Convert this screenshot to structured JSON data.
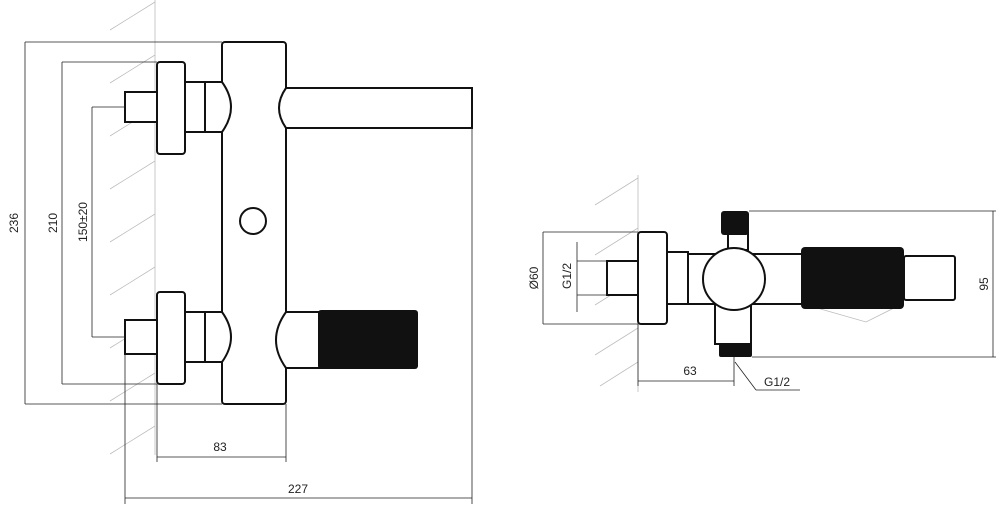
{
  "front_view": {
    "dim_height_total": "236",
    "dim_height_outer": "210",
    "dim_height_inner": "150±20",
    "dim_body_width": "83",
    "dim_total_width": "227"
  },
  "side_view": {
    "dim_diameter": "Ø60",
    "dim_thread_top": "G1/2",
    "dim_height": "95",
    "dim_offset": "63",
    "dim_thread_bottom": "G1/2"
  },
  "colors": {
    "line": "#111111",
    "dim": "#222222",
    "hatch": "#bdbdbd",
    "knurl": "#111111"
  }
}
